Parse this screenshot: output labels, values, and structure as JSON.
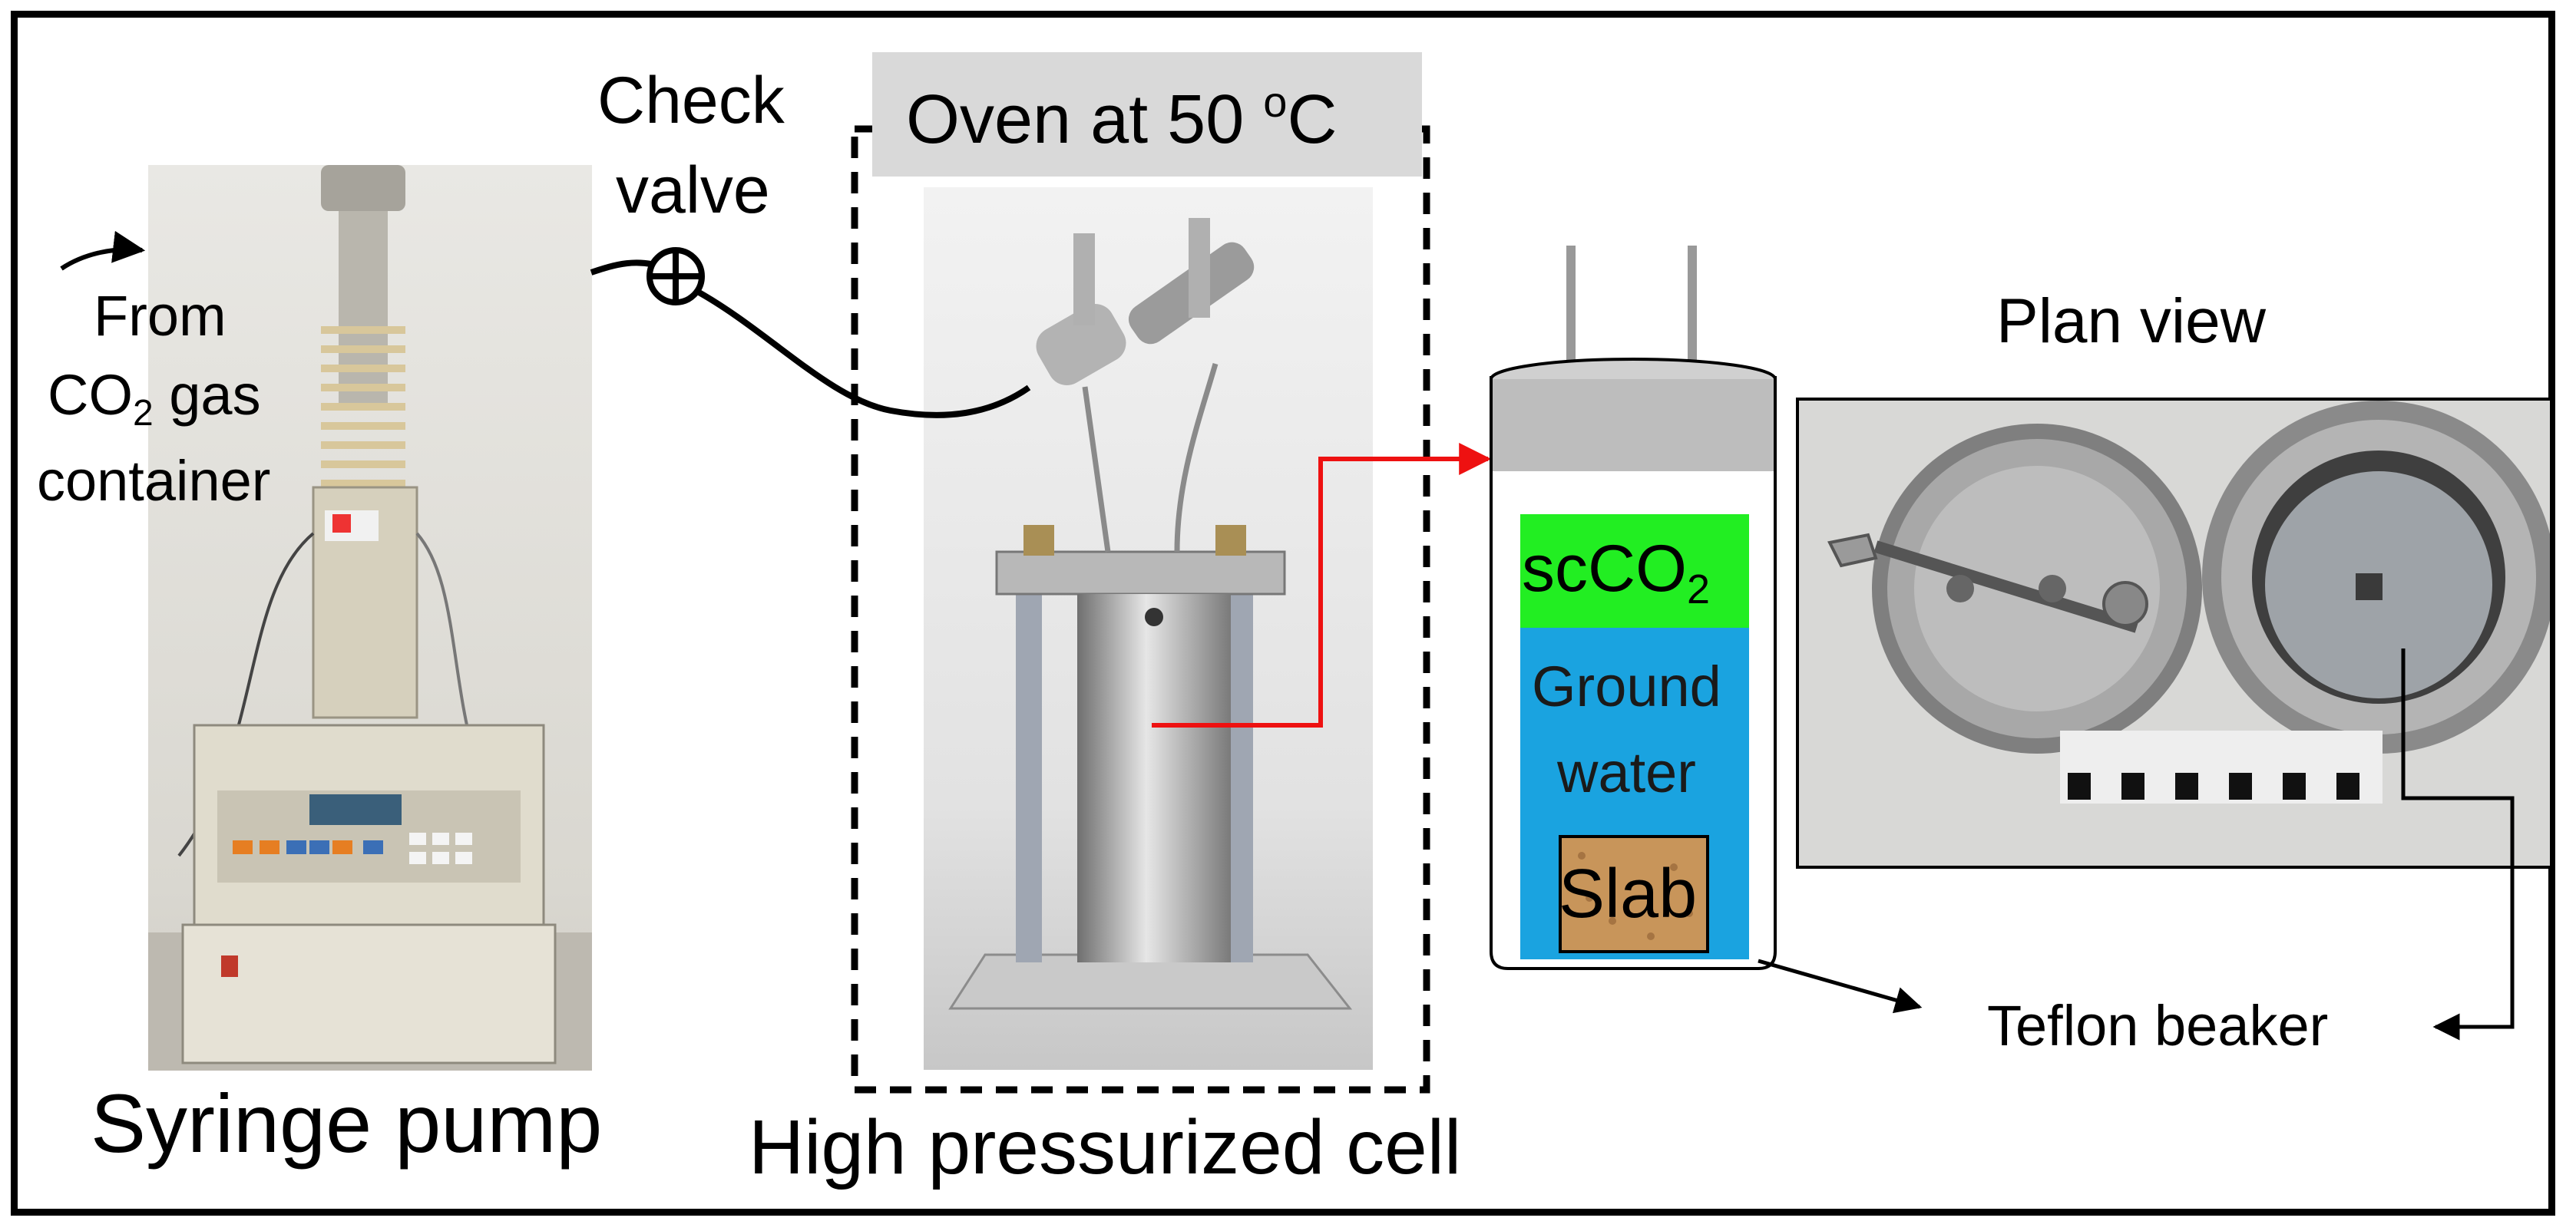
{
  "labels": {
    "check": "Check",
    "valve": "valve",
    "oven_prefix": "Oven at 50 ",
    "oven_deg": "o",
    "oven_unit": "C",
    "from": "From",
    "co": "CO",
    "co_sub": "2",
    "gas": " gas",
    "container": "container",
    "syringe_pump": "Syringe pump",
    "high_pressurized_cell": "High pressurized cell",
    "plan_view": "Plan view",
    "teflon_beaker": "Teflon beaker",
    "scco2": "scCO",
    "scco2_sub": "2",
    "ground": "Ground",
    "water": "water",
    "slab": "Slab"
  },
  "colors": {
    "scco2_layer": "#22ee22",
    "water_layer": "#1aa3e0",
    "slab_fill": "#c8955a",
    "beaker_lid": "#bdbdbd",
    "connection_red": "#ee1111",
    "oven_label_bg": "#d9d9d9"
  },
  "icons": {
    "check_valve": "circle-plus-icon",
    "arrow": "arrow-right-icon"
  }
}
